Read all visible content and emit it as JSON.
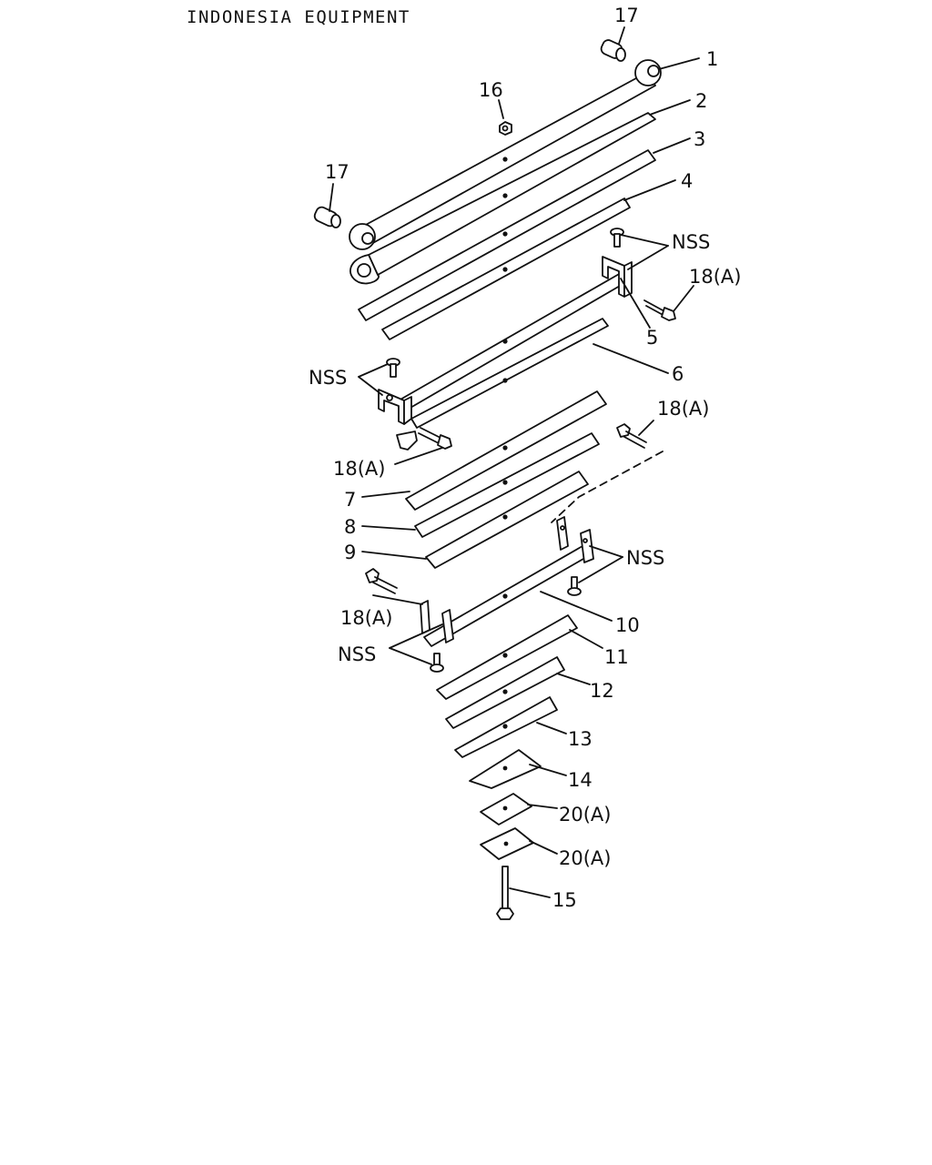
{
  "header": {
    "title": "INDONESIA EQUIPMENT"
  },
  "callouts": {
    "c1": "1",
    "c2": "2",
    "c3": "3",
    "c4": "4",
    "c5": "5",
    "c6": "6",
    "c7": "7",
    "c8": "8",
    "c9": "9",
    "c10": "10",
    "c11": "11",
    "c12": "12",
    "c13": "13",
    "c14": "14",
    "c15": "15",
    "c16": "16",
    "c17": "17",
    "c18a": "18(A)",
    "c20a": "20(A)",
    "nss": "NSS"
  }
}
